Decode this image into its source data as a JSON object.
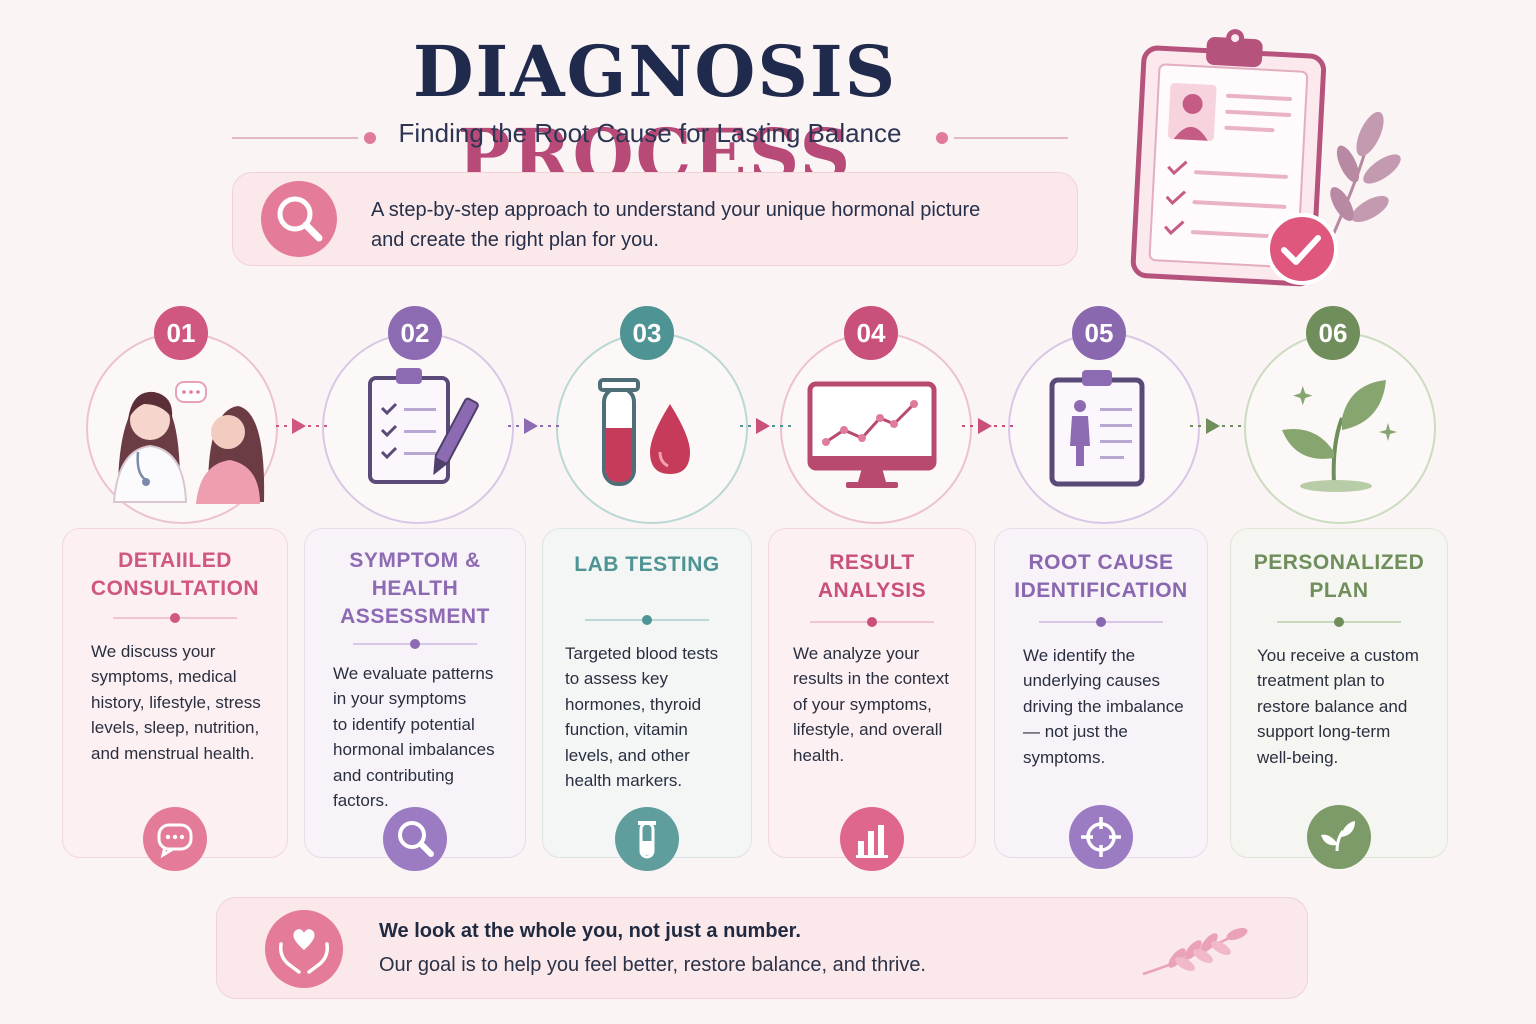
{
  "header": {
    "title_part1": "DIAGNOSIS",
    "title_part2": "PROCESS",
    "subtitle": "Finding the Root Cause for Lasting Balance"
  },
  "intro": {
    "line1": "A step-by-step approach to understand your unique hormonal picture",
    "line2": "and create the right plan for you.",
    "icon": "search-icon"
  },
  "steps": [
    {
      "number": "01",
      "title1": "DETAIILED",
      "title2": "CONSULTATION",
      "title3": "",
      "body": [
        "We discuss your",
        "symptoms, medical",
        "history, lifestyle, stress",
        "levels, sleep, nutrition,",
        "and menstrual health."
      ],
      "color": "#d0577f",
      "illustration": "doctor-patient-icon",
      "icon": "chat-icon"
    },
    {
      "number": "02",
      "title1": "SYMPTOM &",
      "title2": "HEALTH",
      "title3": "ASSESSMENT",
      "body": [
        "We evaluate patterns",
        "in your symptoms",
        "to identify potential",
        "hormonal imbalances",
        "and contributing",
        "factors."
      ],
      "color": "#8d6bb3",
      "illustration": "checklist-clipboard-icon",
      "icon": "magnifier-icon"
    },
    {
      "number": "03",
      "title1": "LAB TESTING",
      "title2": "",
      "title3": "",
      "body": [
        "Targeted blood tests",
        "to assess key",
        "hormones, thyroid",
        "function, vitamin",
        "levels, and other",
        "health markers."
      ],
      "color": "#4f9494",
      "illustration": "test-tube-blood-drop-icon",
      "icon": "test-tube-icon"
    },
    {
      "number": "04",
      "title1": "RESULT",
      "title2": "ANALYSIS",
      "title3": "",
      "body": [
        "We analyze your",
        "results in the context",
        "of your symptoms,",
        "lifestyle, and overall",
        "health."
      ],
      "color": "#c9507a",
      "illustration": "monitor-chart-icon",
      "icon": "bar-chart-icon"
    },
    {
      "number": "05",
      "title1": "ROOT CAUSE",
      "title2": "IDENTIFICATION",
      "title3": "",
      "body": [
        "We identify the",
        "underlying causes",
        "driving the imbalance",
        "— not just the",
        "symptoms."
      ],
      "color": "#8a68b0",
      "illustration": "body-clipboard-icon",
      "icon": "crosshair-icon"
    },
    {
      "number": "06",
      "title1": "PERSONALIZED",
      "title2": "PLAN",
      "title3": "",
      "body": [
        "You receive a custom",
        "treatment plan to",
        "restore balance and",
        "support long-term",
        "well-being."
      ],
      "color": "#6f8e5c",
      "illustration": "sprout-icon",
      "icon": "leaf-icon"
    }
  ],
  "footer": {
    "line1": "We look at the whole you, not just a number.",
    "line2": "Our goal is to help you feel better, restore balance, and thrive.",
    "icon": "heart-hands-icon"
  },
  "decor": {
    "clipboard": "clipboard-check-icon",
    "plant": "branch-icon"
  }
}
